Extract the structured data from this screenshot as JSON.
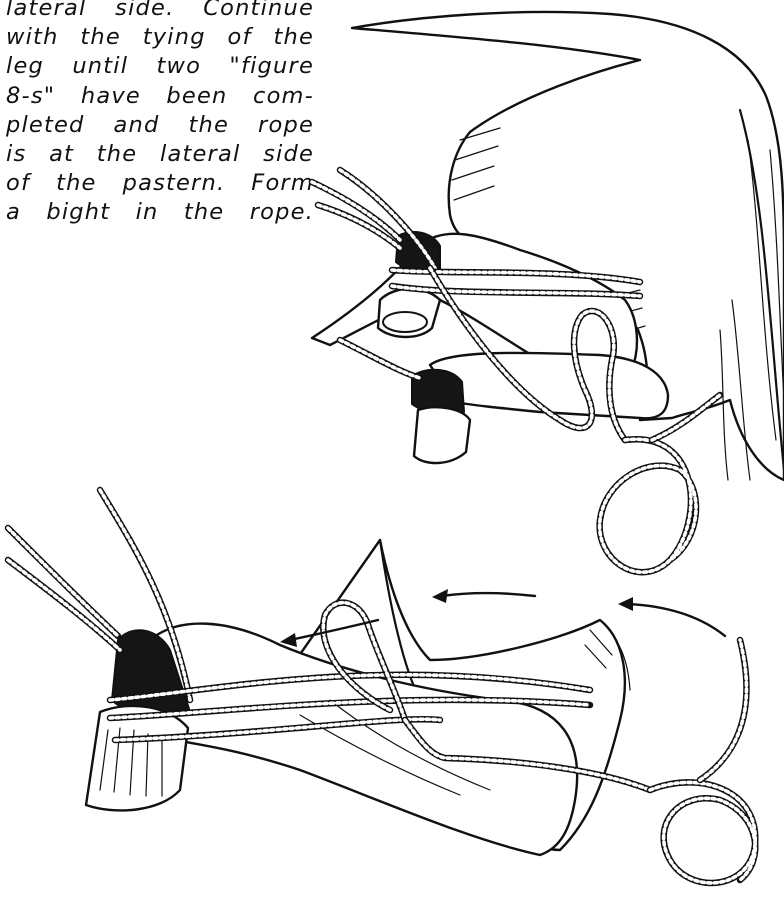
{
  "caption": {
    "lines": [
      "lateral side. Continue",
      "with the tying of the",
      "leg until two \"figure",
      "8-s\" have been com-",
      "pleted and the rope",
      "is at the lateral side",
      "of the pastern. Form",
      "a bight in the rope."
    ]
  },
  "figures": {
    "top": {
      "subject": "tied hind and fore legs with rope figure-8 and trailing coil"
    },
    "bottom": {
      "subject": "tied leg with rope bight formed, motion arrows"
    },
    "arrow_icons": [
      "arrow-left-icon",
      "arrow-left-icon",
      "arrow-left-curved-icon"
    ]
  }
}
